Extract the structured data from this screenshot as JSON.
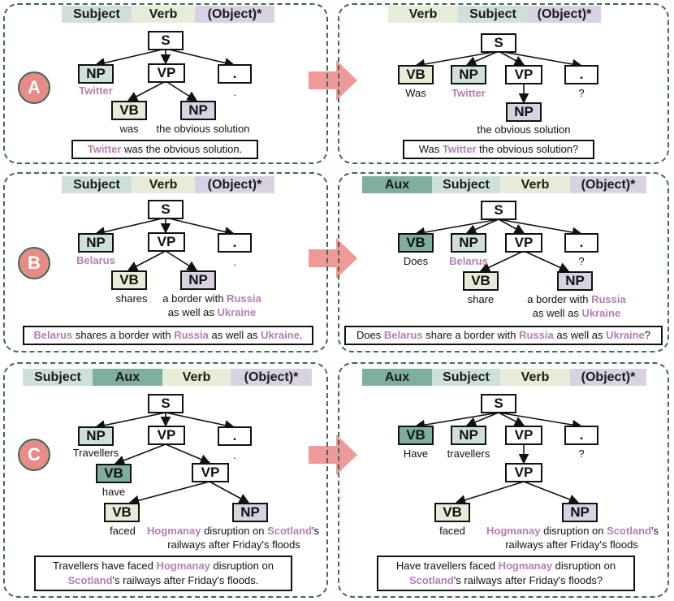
{
  "headers": {
    "subject": "Subject",
    "verb": "Verb",
    "object": "(Object)*",
    "aux": "Aux"
  },
  "nodes": {
    "s": "S",
    "np": "NP",
    "vp": "VP",
    "vb": "VB",
    "dot": "."
  },
  "panels": {
    "a": {
      "label": "A",
      "left": {
        "np_word": "Twitter",
        "dot_word": ".",
        "vb_word": "was",
        "obj_phrase": "the obvious solution",
        "sentence": [
          "Twitter",
          " was the obvious solution."
        ]
      },
      "right": {
        "vb_word": "Was",
        "np_word": "Twitter",
        "dot_word": "?",
        "obj_phrase": "the obvious solution",
        "sentence": [
          "Was ",
          "Twitter",
          " the obvious solution?"
        ]
      }
    },
    "b": {
      "label": "B",
      "left": {
        "np_word": "Belarus",
        "dot_word": ".",
        "vb_word": "shares",
        "obj_line1": [
          "a border with ",
          "Russia"
        ],
        "obj_line2": [
          "as well as ",
          "Ukraine"
        ],
        "sentence": [
          "Belarus",
          " shares a border with ",
          "Russia",
          " as well as ",
          "Ukraine",
          "."
        ]
      },
      "right": {
        "vb_word": "Does",
        "np_word": "Belarus",
        "dot_word": "?",
        "vb2_word": "share",
        "obj_line1": [
          "a border with ",
          "Russia"
        ],
        "obj_line2": [
          "as well as ",
          "Ukraine"
        ],
        "sentence": [
          "Does ",
          "Belarus",
          " share a border with ",
          "Russia",
          " as well as ",
          "Ukraine",
          "?"
        ]
      }
    },
    "c": {
      "label": "C",
      "left": {
        "np_word": "Travellers",
        "dot_word": ".",
        "vb_word": "have",
        "vb2_word": "faced",
        "obj_line1": [
          "Hogmanay",
          " disruption on ",
          "Scotland",
          "'s"
        ],
        "obj_line2": "railways after Friday's floods",
        "sentence_line1": [
          "Travellers have faced ",
          "Hogmanay",
          " disruption on"
        ],
        "sentence_line2": [
          "Scotland",
          "'s railways after Friday's floods."
        ]
      },
      "right": {
        "vb_word": "Have",
        "np_word": "travellers",
        "dot_word": "?",
        "vb2_word": "faced",
        "obj_line1": [
          "Hogmanay",
          " disruption on ",
          "Scotland",
          "'s"
        ],
        "obj_line2": "railways after Friday's floods",
        "sentence_line1": [
          "Have travellers faced ",
          "Hogmanay",
          " disruption on"
        ],
        "sentence_line2": [
          "Scotland",
          "'s railways after Friday's floods?"
        ]
      }
    }
  },
  "colors": {
    "subject": "#cfe0da",
    "verb": "#e6ecd8",
    "object": "#d8d2e2",
    "aux": "#7fae9f",
    "entity": "#b37fb3",
    "arrow": "#ef9a98",
    "border": "#3c6b52"
  }
}
